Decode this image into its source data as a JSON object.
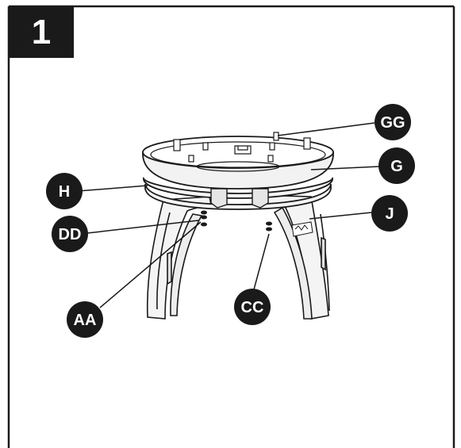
{
  "step": {
    "number": "1"
  },
  "callouts": [
    {
      "id": "GG",
      "label": "GG"
    },
    {
      "id": "G",
      "label": "G"
    },
    {
      "id": "H",
      "label": "H"
    },
    {
      "id": "J",
      "label": "J"
    },
    {
      "id": "DD",
      "label": "DD"
    },
    {
      "id": "AA",
      "label": "AA"
    },
    {
      "id": "CC",
      "label": "CC"
    }
  ],
  "colors": {
    "ink": "#1a1a1a",
    "paper": "#ffffff",
    "part_fill": "#f4f4f4"
  }
}
